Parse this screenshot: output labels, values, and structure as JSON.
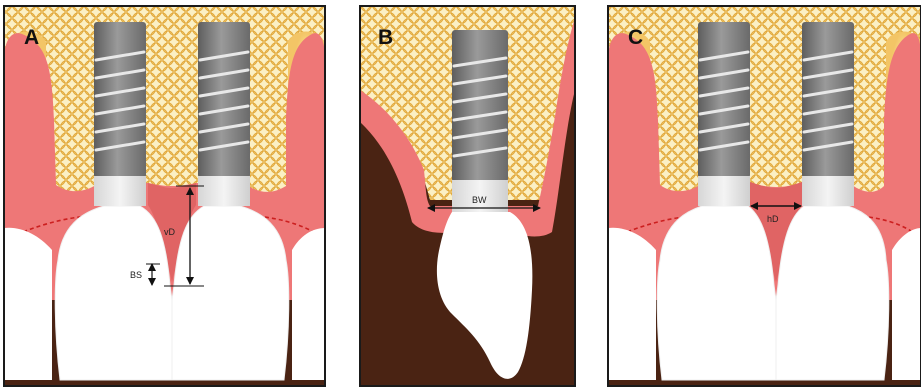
{
  "panels": [
    {
      "letter": "A",
      "labels": {
        "vD": "vD",
        "BS": "BS"
      }
    },
    {
      "letter": "B",
      "labels": {
        "BW": "BW"
      }
    },
    {
      "letter": "C",
      "labels": {
        "hD": "hD"
      }
    }
  ],
  "colors": {
    "bone": "#fbf0c4",
    "bone_mesh": "#e2a93a",
    "gum": "#ee7777",
    "gum_dark": "#e06464",
    "implant": "#888888",
    "abutment": "#e6e6e6",
    "tooth": "#ffffff",
    "background_dark": "#4a2313",
    "border": "#1a1a1a",
    "marker": "#111111",
    "dashed_line": "#cc1f1f",
    "root_glow": "#f8d27a"
  }
}
